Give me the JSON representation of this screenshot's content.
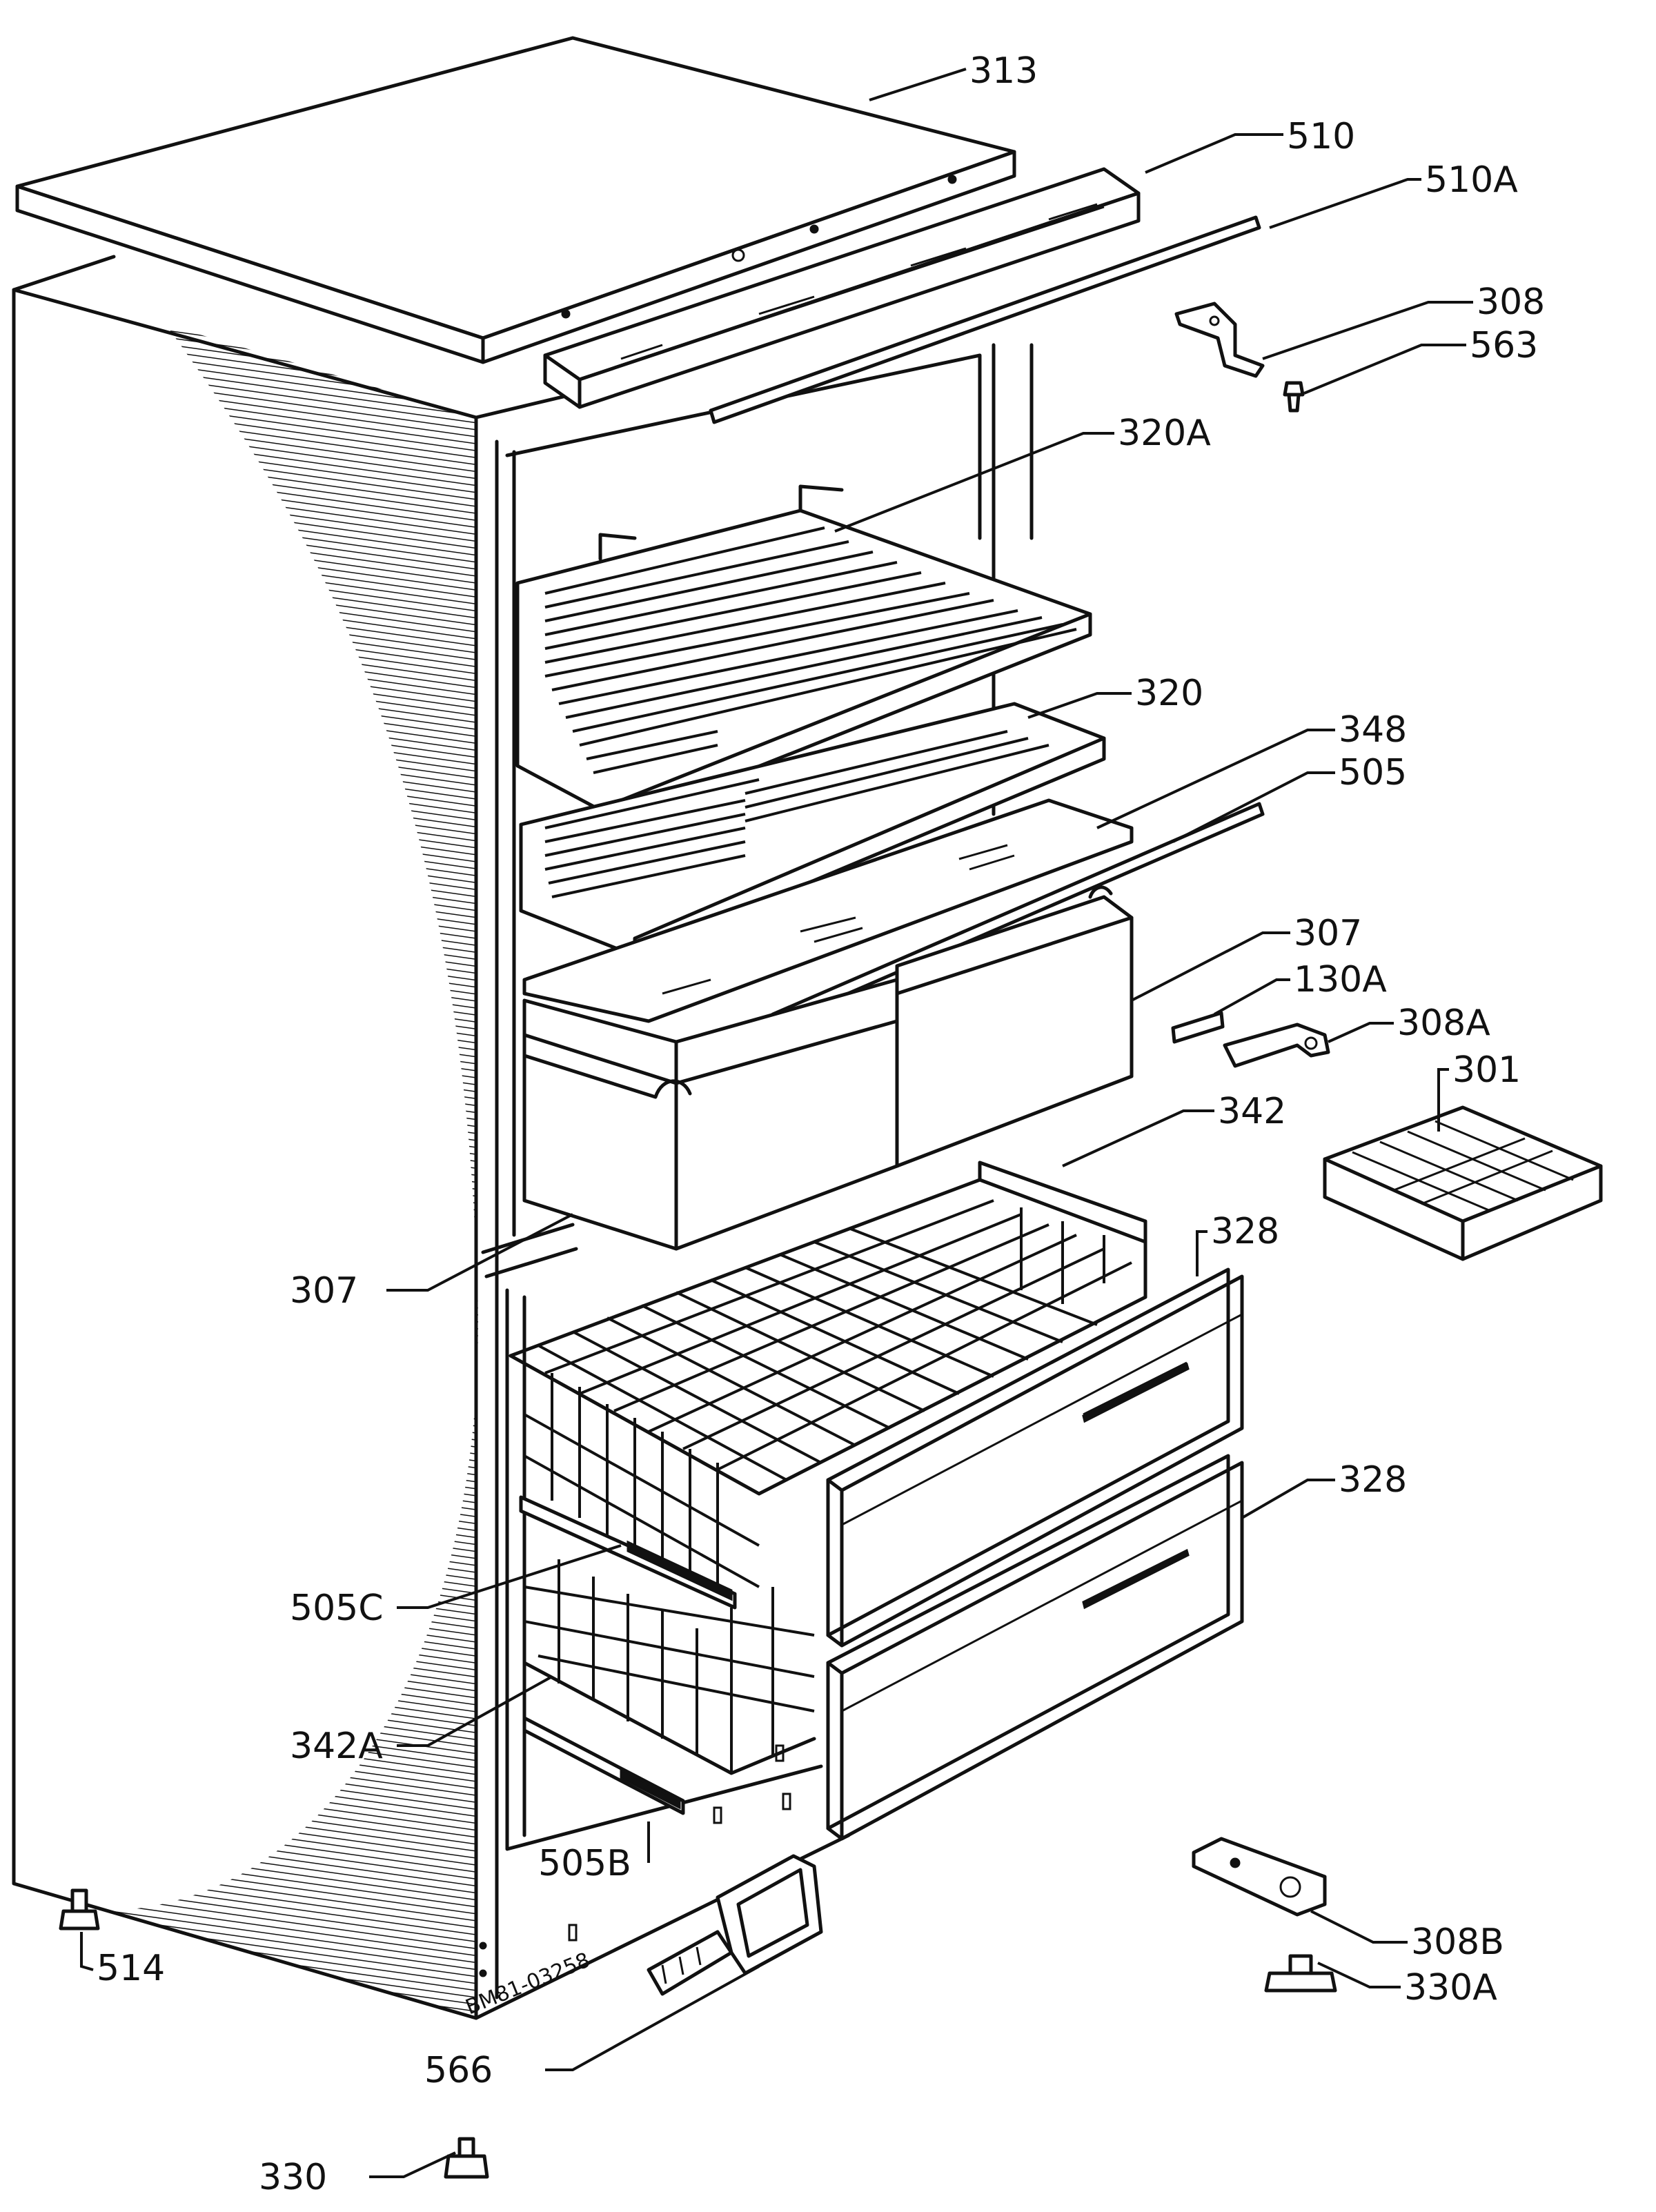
{
  "diagram": {
    "drawing_code": "BM81-03258",
    "callouts": [
      {
        "id": "c313",
        "label": "313"
      },
      {
        "id": "c510",
        "label": "510"
      },
      {
        "id": "c510a",
        "label": "510A"
      },
      {
        "id": "c308",
        "label": "308"
      },
      {
        "id": "c563",
        "label": "563"
      },
      {
        "id": "c320a",
        "label": "320A"
      },
      {
        "id": "c320",
        "label": "320"
      },
      {
        "id": "c348",
        "label": "348"
      },
      {
        "id": "c505",
        "label": "505"
      },
      {
        "id": "c307r",
        "label": "307"
      },
      {
        "id": "c130a",
        "label": "130A"
      },
      {
        "id": "c308a",
        "label": "308A"
      },
      {
        "id": "c301",
        "label": "301"
      },
      {
        "id": "c342",
        "label": "342"
      },
      {
        "id": "c328a",
        "label": "328"
      },
      {
        "id": "c307l",
        "label": "307"
      },
      {
        "id": "c328b",
        "label": "328"
      },
      {
        "id": "c505c",
        "label": "505C"
      },
      {
        "id": "c342a",
        "label": "342A"
      },
      {
        "id": "c505b",
        "label": "505B"
      },
      {
        "id": "c514",
        "label": "514"
      },
      {
        "id": "c308b",
        "label": "308B"
      },
      {
        "id": "c330a",
        "label": "330A"
      },
      {
        "id": "c566",
        "label": "566"
      },
      {
        "id": "c330",
        "label": "330"
      }
    ]
  }
}
